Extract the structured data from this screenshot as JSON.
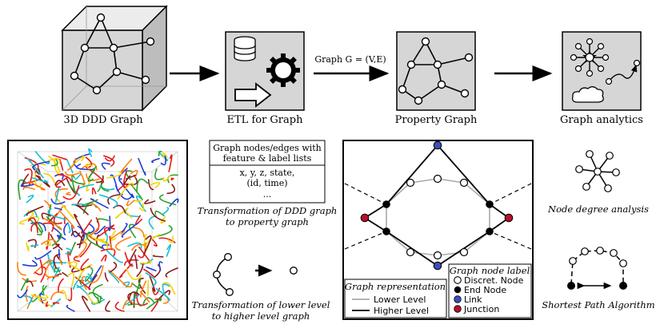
{
  "pipeline": {
    "ddd_label": "3D DDD Graph",
    "etl_label": "ETL for Graph",
    "arrow_label": "Graph G = (V,E)",
    "property_label": "Property Graph",
    "analytics_label": "Graph analytics"
  },
  "table": {
    "header_line1": "Graph nodes/edges with",
    "header_line2": "feature & label lists",
    "row1": "x, y, z, state,",
    "row2": "(id, time)",
    "row3": "...",
    "caption_line1": "Transformation of DDD graph",
    "caption_line2": "to property graph"
  },
  "lower_higher": {
    "caption_line1": "Transformation of lower level",
    "caption_line2": "to higher level graph"
  },
  "legend_repr": {
    "title": "Graph representation",
    "lower": "Lower Level",
    "higher": "Higher Level"
  },
  "legend_node": {
    "title": "Graph node label",
    "discret": "Discret. Node",
    "end": "End Node",
    "link": "Link",
    "junction": "Junction"
  },
  "analysis": {
    "node_degree": "Node degree analysis",
    "shortest_path": "Shortest Path Algorithm"
  },
  "colors": {
    "link": "#3b4fb8",
    "junction": "#b8102a",
    "end": "#000000",
    "discret": "#ffffff",
    "lower_line": "#aaaaaa",
    "cube_face": "#dcdcdc"
  }
}
